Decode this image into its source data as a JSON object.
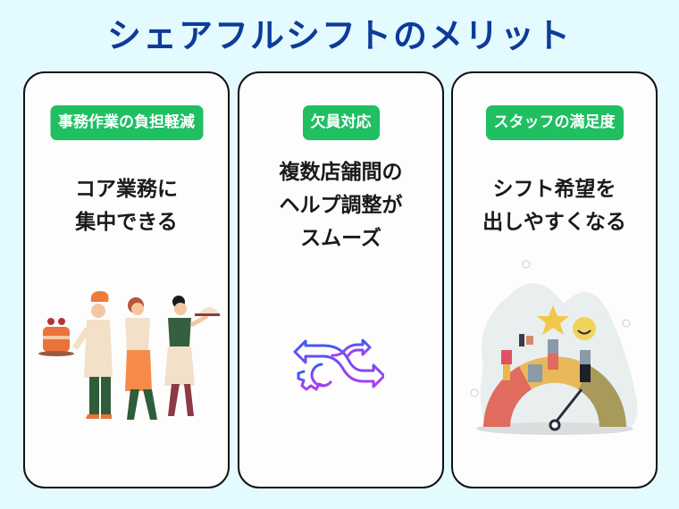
{
  "page": {
    "title": "シェアフルシフトのメリット",
    "background_color": "#E3FAFE",
    "title_color": "#0E3B9A",
    "badge_color": "#1FBF62"
  },
  "cards": [
    {
      "badge": "事務作業の負担軽減",
      "headline_lines": [
        "コア業務に",
        "集中できる"
      ],
      "illustration": "restaurant-staff-illustration"
    },
    {
      "badge": "欠員対応",
      "headline_lines": [
        "複数店舗間の",
        "ヘルプ調整が",
        "スムーズ"
      ],
      "illustration": "shuffle-arrows-gear-icon"
    },
    {
      "badge": "スタッフの満足度",
      "headline_lines": [
        "シフト希望を",
        "出しやすくなる"
      ],
      "illustration": "satisfaction-gauge-illustration"
    }
  ]
}
